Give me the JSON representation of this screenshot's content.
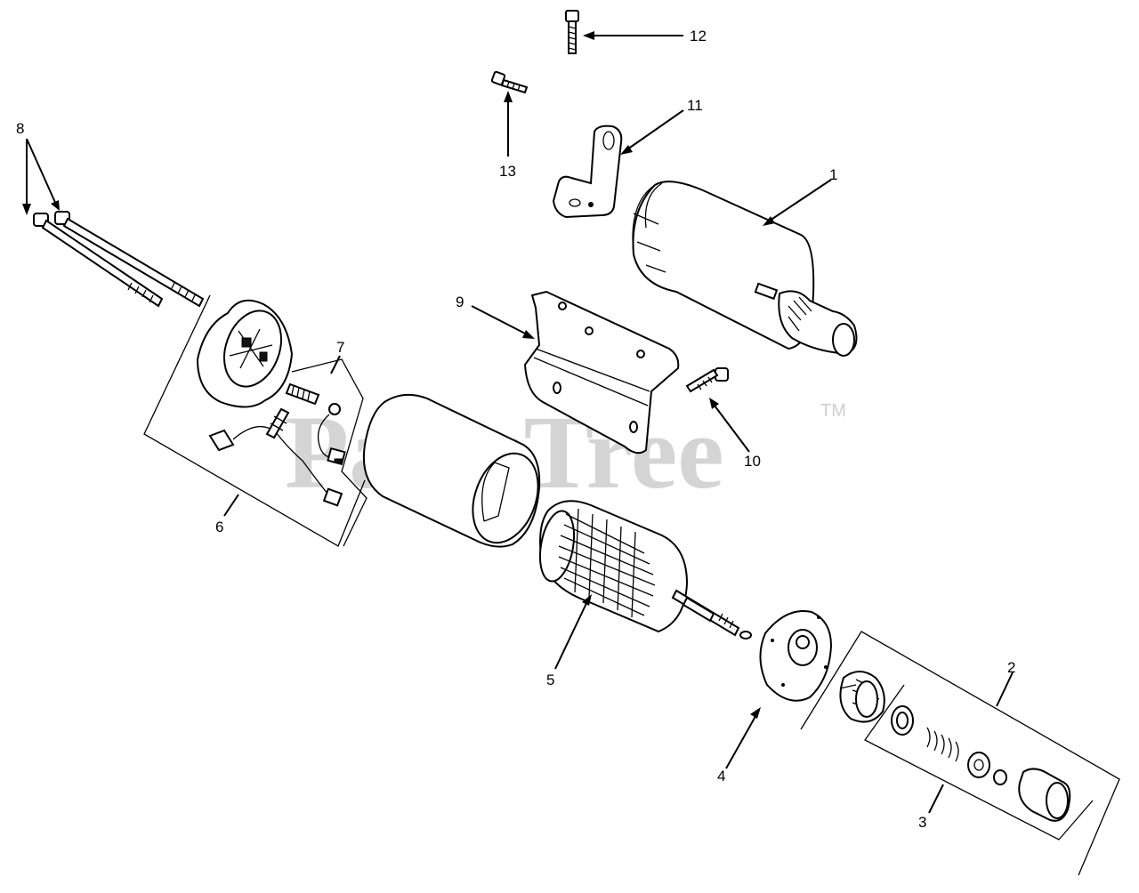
{
  "watermark": {
    "text": "PartsTree",
    "trademark": "TM"
  },
  "callouts": {
    "c1": "1",
    "c2": "2",
    "c3": "3",
    "c4": "4",
    "c5": "5",
    "c6": "6",
    "c7": "7",
    "c8": "8",
    "c9": "9",
    "c10": "10",
    "c11": "11",
    "c12": "12",
    "c13": "13"
  }
}
